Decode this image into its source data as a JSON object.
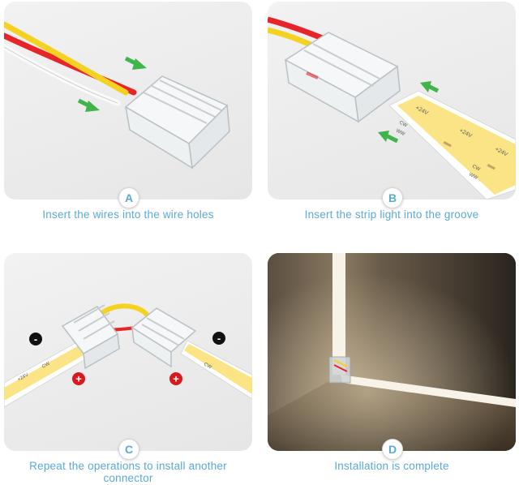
{
  "steps": [
    {
      "letter": "A",
      "caption": "Insert the wires into the wire holes"
    },
    {
      "letter": "B",
      "caption": "Insert the strip light into the groove"
    },
    {
      "letter": "C",
      "caption": "Repeat the operations to install another connector"
    },
    {
      "letter": "D",
      "caption": "Installation is complete"
    }
  ],
  "strip": {
    "voltage_label": "+24V",
    "cw_label": "CW",
    "ww_label": "WW"
  },
  "polarity": {
    "negative": "-",
    "positive": "+"
  },
  "colors": {
    "accent": "#5aa9d6",
    "arrow_green": "#3fb54a",
    "wire_red": "#e8242b",
    "wire_yellow": "#f4d21f",
    "strip_yellow": "#fbe486",
    "polarity_negative": "#111111",
    "polarity_positive": "#d71920"
  }
}
